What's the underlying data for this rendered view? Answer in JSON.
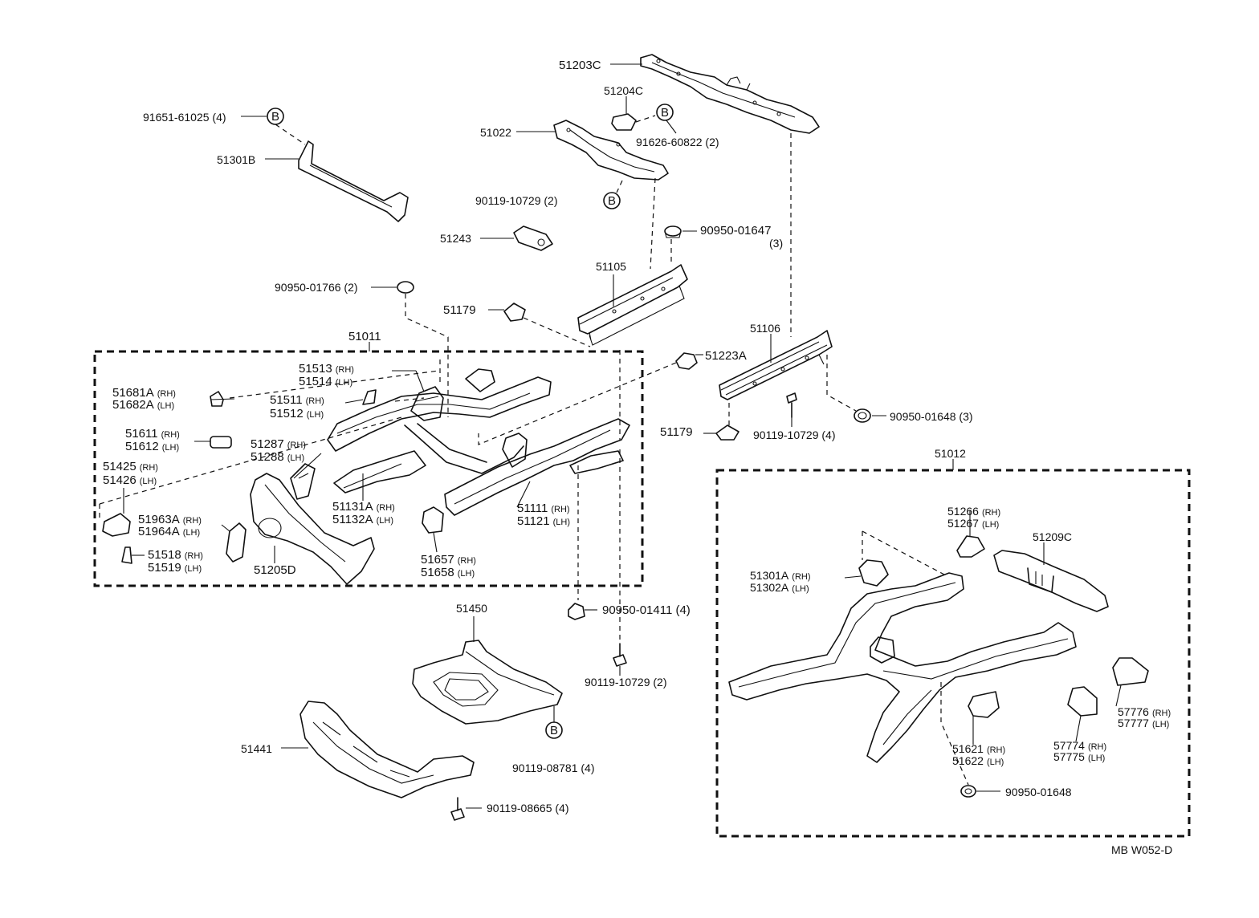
{
  "labels": [
    {
      "id": "51203C",
      "text": "51203C",
      "sub": ""
    },
    {
      "id": "51204C",
      "text": "51204C",
      "sub": ""
    },
    {
      "id": "91651-61025",
      "text": "91651-61025 (4)",
      "sub": ""
    },
    {
      "id": "51022",
      "text": "51022",
      "sub": ""
    },
    {
      "id": "91626-60822",
      "text": "91626-60822 (2)",
      "sub": ""
    },
    {
      "id": "51301B",
      "text": "51301B",
      "sub": ""
    },
    {
      "id": "90119-10729-top",
      "text": "90119-10729 (2)",
      "sub": ""
    },
    {
      "id": "51243",
      "text": "51243",
      "sub": ""
    },
    {
      "id": "90950-01647",
      "text": "90950-01647",
      "sub": ""
    },
    {
      "id": "90950-01647-qty",
      "text": "(3)",
      "sub": ""
    },
    {
      "id": "51105",
      "text": "51105",
      "sub": ""
    },
    {
      "id": "90950-01766",
      "text": "90950-01766 (2)",
      "sub": ""
    },
    {
      "id": "51179-top",
      "text": "51179",
      "sub": ""
    },
    {
      "id": "51011",
      "text": "51011",
      "sub": ""
    },
    {
      "id": "51106",
      "text": "51106",
      "sub": ""
    },
    {
      "id": "51223A",
      "text": "51223A",
      "sub": ""
    },
    {
      "id": "51513",
      "text": "51513",
      "sub": "(RH)"
    },
    {
      "id": "51514",
      "text": "51514",
      "sub": "(LH)"
    },
    {
      "id": "51681A",
      "text": "51681A",
      "sub": "(RH)"
    },
    {
      "id": "51682A",
      "text": "51682A",
      "sub": "(LH)"
    },
    {
      "id": "51511",
      "text": "51511",
      "sub": "(RH)"
    },
    {
      "id": "51512",
      "text": "51512",
      "sub": "(LH)"
    },
    {
      "id": "90950-01648-a",
      "text": "90950-01648 (3)",
      "sub": ""
    },
    {
      "id": "51611",
      "text": "51611",
      "sub": "(RH)"
    },
    {
      "id": "51612",
      "text": "51612",
      "sub": "(LH)"
    },
    {
      "id": "51287",
      "text": "51287",
      "sub": "(RH)"
    },
    {
      "id": "51288",
      "text": "51288",
      "sub": "(LH)"
    },
    {
      "id": "51179-right",
      "text": "51179",
      "sub": ""
    },
    {
      "id": "90119-10729-mid",
      "text": "90119-10729 (4)",
      "sub": ""
    },
    {
      "id": "51425",
      "text": "51425",
      "sub": "(RH)"
    },
    {
      "id": "51426",
      "text": "51426",
      "sub": "(LH)"
    },
    {
      "id": "51012",
      "text": "51012",
      "sub": ""
    },
    {
      "id": "51131A",
      "text": "51131A",
      "sub": "(RH)"
    },
    {
      "id": "51132A",
      "text": "51132A",
      "sub": "(LH)"
    },
    {
      "id": "51111",
      "text": "51111",
      "sub": "(RH)"
    },
    {
      "id": "51121",
      "text": "51121",
      "sub": "(LH)"
    },
    {
      "id": "51266",
      "text": "51266",
      "sub": "(RH)"
    },
    {
      "id": "51267",
      "text": "51267",
      "sub": "(LH)"
    },
    {
      "id": "51963A",
      "text": "51963A",
      "sub": "(RH)"
    },
    {
      "id": "51964A",
      "text": "51964A",
      "sub": "(LH)"
    },
    {
      "id": "51209C",
      "text": "51209C",
      "sub": ""
    },
    {
      "id": "51518",
      "text": "51518",
      "sub": "(RH)"
    },
    {
      "id": "51519",
      "text": "51519",
      "sub": "(LH)"
    },
    {
      "id": "51205D",
      "text": "51205D",
      "sub": ""
    },
    {
      "id": "51657",
      "text": "51657",
      "sub": "(RH)"
    },
    {
      "id": "51658",
      "text": "51658",
      "sub": "(LH)"
    },
    {
      "id": "51301A",
      "text": "51301A",
      "sub": "(RH)"
    },
    {
      "id": "51302A",
      "text": "51302A",
      "sub": "(LH)"
    },
    {
      "id": "51450",
      "text": "51450",
      "sub": ""
    },
    {
      "id": "90950-01411",
      "text": "90950-01411 (4)",
      "sub": ""
    },
    {
      "id": "90119-10729-low",
      "text": "90119-10729 (2)",
      "sub": ""
    },
    {
      "id": "57776",
      "text": "57776",
      "sub": "(RH)"
    },
    {
      "id": "57777",
      "text": "57777",
      "sub": "(LH)"
    },
    {
      "id": "51441",
      "text": "51441",
      "sub": ""
    },
    {
      "id": "90119-08781",
      "text": "90119-08781 (4)",
      "sub": ""
    },
    {
      "id": "51621",
      "text": "51621",
      "sub": "(RH)"
    },
    {
      "id": "51622",
      "text": "51622",
      "sub": "(LH)"
    },
    {
      "id": "57774",
      "text": "57774",
      "sub": "(RH)"
    },
    {
      "id": "57775",
      "text": "57775",
      "sub": "(LH)"
    },
    {
      "id": "90119-08665",
      "text": "90119-08665 (4)",
      "sub": ""
    },
    {
      "id": "90950-01648-b",
      "text": "90950-01648",
      "sub": ""
    },
    {
      "id": "ref-code",
      "text": "MB  W052-D",
      "sub": ""
    }
  ],
  "markers": {
    "b": "B"
  }
}
